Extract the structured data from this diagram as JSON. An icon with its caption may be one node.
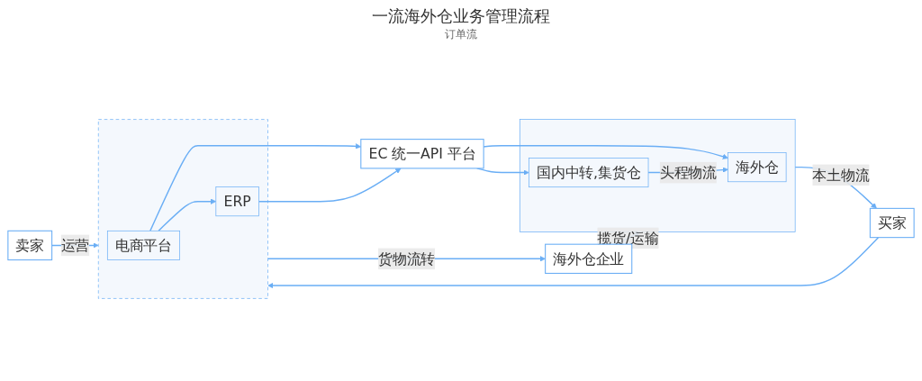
{
  "diagram": {
    "title": "一流海外仓业务管理流程",
    "nodes": [
      {
        "text": [
          "卖家"
        ]
      },
      {
        "text": [],
        "shape": "box"
      },
      {
        "text": [
          "电商平台"
        ],
        "in": 1
      },
      {
        "text": [
          "ERP"
        ],
        "in": 1
      },
      {
        "text": [
          "EC 统一API 平台"
        ]
      },
      {
        "text": [],
        "shape": "box"
      },
      {
        "text": [
          "海外仓"
        ],
        "in": 5
      },
      {
        "text": [
          "国内中转,集货仓"
        ],
        "in": 5
      },
      {
        "text": [
          "买家"
        ]
      },
      {
        "text": [
          "海外仓企业"
        ]
      }
    ],
    "edges": [
      {
        "from": 0,
        "to": 1,
        "arrow": "to",
        "label": "运营"
      },
      {
        "from": 8,
        "to": 1,
        "arrow": "to"
      },
      {
        "from": 1,
        "to": 9,
        "arrow": "to",
        "label": "货物流转"
      },
      {
        "from": 2,
        "to": 3,
        "arrow": "to"
      },
      {
        "from": 2,
        "to": 4,
        "arrow": "to"
      },
      {
        "from": 3,
        "to": 4,
        "arrow": "to"
      },
      {
        "from": 4,
        "to": 6,
        "arrow": "to"
      },
      {
        "from": 4,
        "to": 7,
        "arrow": "to"
      },
      {
        "from": 7,
        "to": 6,
        "arrow": "to",
        "label": "头程物流"
      },
      {
        "from": 9,
        "to": 5,
        "arrow": "to",
        "label": "揽货/运输"
      },
      {
        "from": 5,
        "to": 8,
        "arrow": "to",
        "label": "本土物流"
      }
    ],
    "labels": [
      "订单流"
    ]
  }
}
